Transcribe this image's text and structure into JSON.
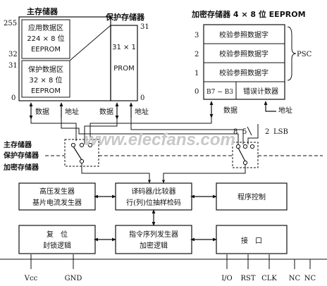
{
  "main_memory": {
    "title": "主存储器",
    "top_addr": "255",
    "app_area": [
      "应用数据区",
      "224 × 8 位",
      "EEPROM"
    ],
    "addr_32": "32",
    "addr_31": "31",
    "protect_area": [
      "保护数据区",
      "32 × 8 位",
      "EEPROM"
    ],
    "addr_0": "0"
  },
  "protect_memory": {
    "title": "保护存储器",
    "addr_31": "31",
    "size": "31 × 1",
    "type": "PROM",
    "addr_0": "0"
  },
  "crypto_memory": {
    "title": "加密存储器 4 × 8 位 EEPROM",
    "rows": [
      {
        "index": "3",
        "label": "校验参照数据字"
      },
      {
        "index": "2",
        "label": "校验参照数据字"
      },
      {
        "index": "1",
        "label": "校验参照数据字"
      }
    ],
    "row0_index": "0",
    "row0_left": "B7 ~ B3",
    "row0_right": "错误计数器",
    "psc": "PSC"
  },
  "bus_labels": {
    "data1": "数据",
    "addr1": "地址",
    "data2": "数据",
    "addr2": "地址",
    "data3": "数据",
    "addr3": "地址",
    "bit8": "8",
    "bit5": "5",
    "bit2": "2",
    "lsb": "LSB"
  },
  "selector_labels": [
    "主存储器",
    "保护存储器",
    "加密存储器"
  ],
  "blocks": {
    "hv_gen": [
      "高压发生器",
      "基片电流发生器"
    ],
    "decoder": [
      "译码器/比较器",
      "行(列)位抽样检码"
    ],
    "program_ctrl": "程序控制",
    "reset": [
      "复　位",
      "封锁逻辑"
    ],
    "cmd_gen": [
      "指令序列发生器",
      "加密逻辑"
    ],
    "interface": "接　口"
  },
  "pins": [
    "Vcc",
    "GND",
    "I/O",
    "RST",
    "CLK",
    "NC",
    "NC"
  ],
  "watermark": "www.elecfans.com"
}
